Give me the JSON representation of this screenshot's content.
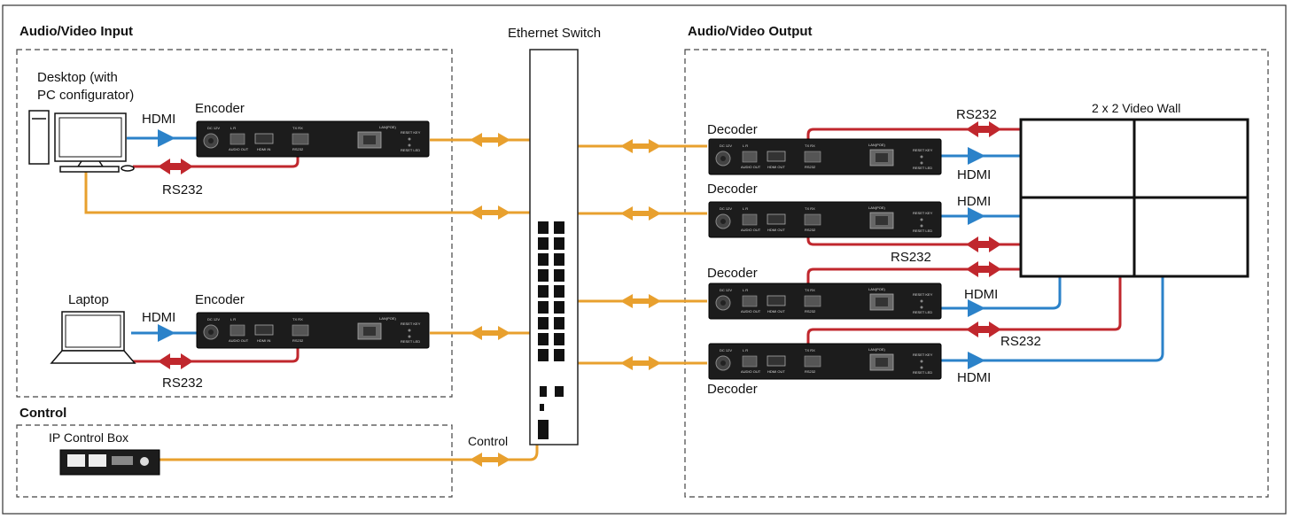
{
  "sections": {
    "input_title": "Audio/Video Input",
    "output_title": "Audio/Video Output",
    "control_title": "Control",
    "switch_title": "Ethernet Switch"
  },
  "sources": {
    "desktop": "Desktop (with\nPC configurator)",
    "desktop_line1": "Desktop (with",
    "desktop_line2": "PC configurator)",
    "laptop": "Laptop"
  },
  "devices": {
    "encoder": "Encoder",
    "decoder": "Decoder",
    "ip_control_box": "IP Control Box",
    "video_wall": "2 x 2 Video Wall"
  },
  "links": {
    "hdmi": "HDMI",
    "rs232": "RS232",
    "control": "Control"
  },
  "device_panel": {
    "encoder_ports": [
      "DC 12V",
      "L R",
      "AUDIO OUT",
      "HDMI IN",
      "TX RX",
      "RS232",
      "LAN(POE)",
      "RESET KEY",
      "RESET LED"
    ],
    "decoder_ports": [
      "DC 12V",
      "L R",
      "AUDIO OUT",
      "HDMI OUT",
      "TX RX",
      "RS232",
      "LAN(POE)",
      "RESET KEY",
      "RESET LED"
    ]
  },
  "colors": {
    "ethernet": "#E8A02E",
    "hdmi": "#2B82C9",
    "rs232": "#C0272D",
    "device": "#1c1c1c",
    "border": "#333333"
  }
}
